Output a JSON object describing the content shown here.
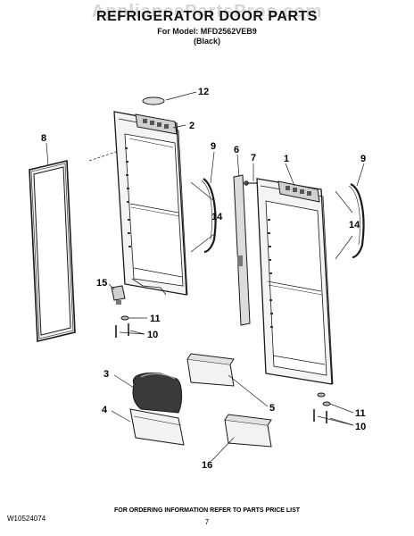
{
  "header": {
    "watermark": "AppliancePartsPros.com",
    "title": "REFRIGERATOR DOOR PARTS",
    "model_line": "For Model: MFD2562VEB9",
    "color_line": "(Black)"
  },
  "callouts": [
    "1",
    "2",
    "3",
    "4",
    "5",
    "6",
    "7",
    "8",
    "9",
    "10",
    "11",
    "12",
    "14",
    "15",
    "16"
  ],
  "labels": {
    "c12": "12",
    "c2": "2",
    "c8": "8",
    "c9a": "9",
    "c6": "6",
    "c7": "7",
    "c1": "1",
    "c9b": "9",
    "c14a": "14",
    "c14b": "14",
    "c15": "15",
    "c11a": "11",
    "c10a": "10",
    "c3": "3",
    "c5": "5",
    "c4": "4",
    "c16": "16",
    "c11b": "11",
    "c10b": "10"
  },
  "footer": {
    "note": "FOR ORDERING INFORMATION REFER TO PARTS PRICE LIST",
    "doc_id": "W10524074",
    "page": "7"
  },
  "colors": {
    "line": "#1a1a1a",
    "fill_light": "#e8e8e8",
    "fill_mid": "#c8c8c8",
    "fill_dark": "#555555"
  }
}
